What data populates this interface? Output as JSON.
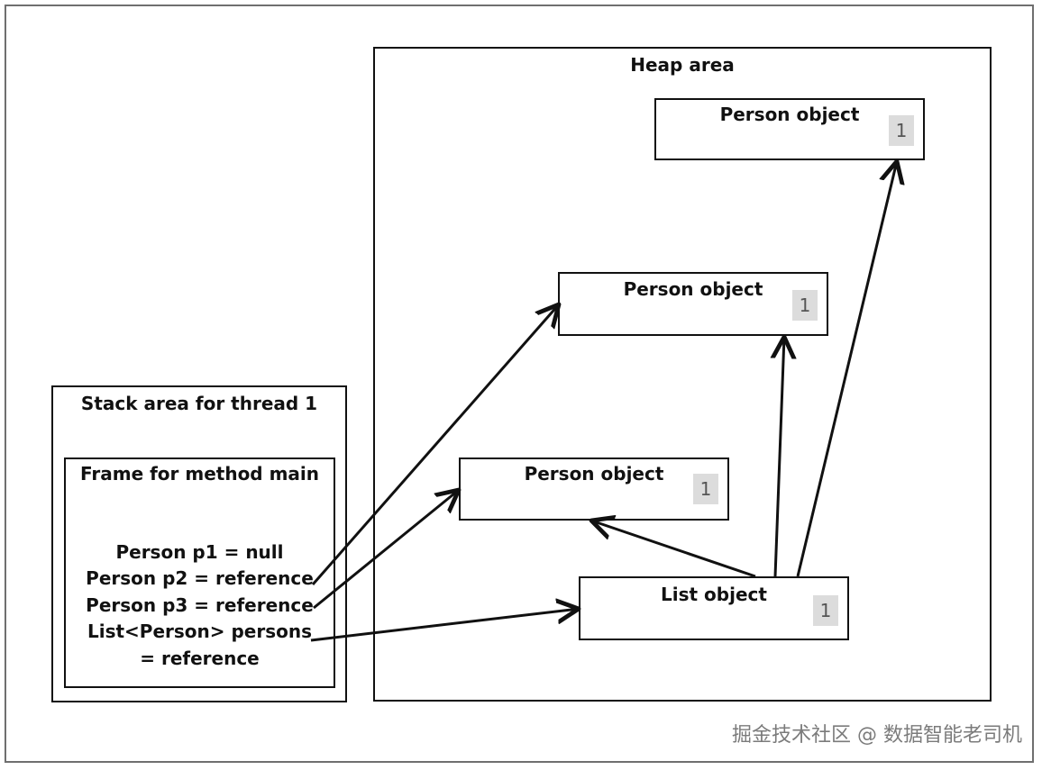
{
  "diagram": {
    "heap": {
      "title": "Heap area",
      "objects": [
        {
          "name": "Person object",
          "count": "1"
        },
        {
          "name": "Person object",
          "count": "1"
        },
        {
          "name": "Person object",
          "count": "1"
        },
        {
          "name": "List object",
          "count": "1"
        }
      ]
    },
    "stack": {
      "title": "Stack area for thread 1",
      "frame": {
        "title": "Frame for method main",
        "lines": [
          "Person p1 = null",
          "Person p2 = reference",
          "Person p3 = reference",
          "List<Person> persons",
          "= reference"
        ]
      }
    },
    "watermark": "掘金技术社区 @ 数据智能老司机"
  }
}
